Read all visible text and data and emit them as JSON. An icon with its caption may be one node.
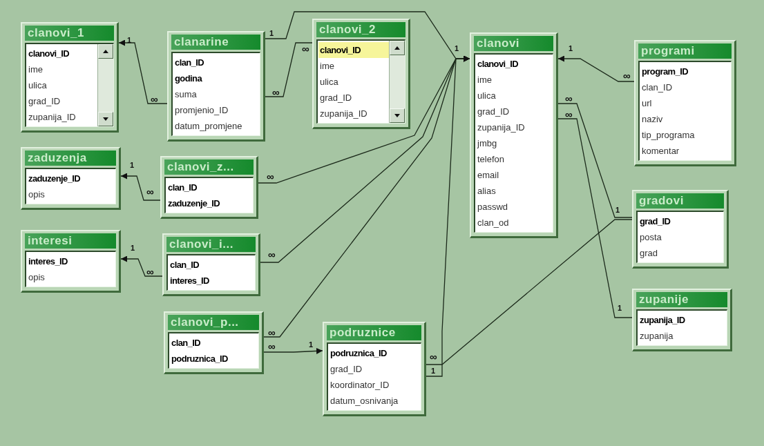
{
  "diagram": {
    "nodes": [
      {
        "text": [
          "clanovi_1",
          "clanovi_ID",
          "ime",
          "ulica",
          "grad_ID",
          "zupanija_ID"
        ]
      },
      {
        "text": [
          "clanarine",
          "clan_ID",
          "godina",
          "suma",
          "promjenio_ID",
          "datum_promjene"
        ]
      },
      {
        "text": [
          "clanovi_2",
          "clanovi_ID",
          "ime",
          "ulica",
          "grad_ID",
          "zupanija_ID"
        ]
      },
      {
        "text": [
          "clanovi",
          "clanovi_ID",
          "ime",
          "ulica",
          "grad_ID",
          "zupanija_ID",
          "jmbg",
          "telefon",
          "email",
          "alias",
          "passwd",
          "clan_od"
        ]
      },
      {
        "text": [
          "programi",
          "program_ID",
          "clan_ID",
          "url",
          "naziv",
          "tip_programa",
          "komentar"
        ]
      },
      {
        "text": [
          "zaduzenja",
          "zaduzenje_ID",
          "opis"
        ]
      },
      {
        "text": [
          "clanovi_z...",
          "clan_ID",
          "zaduzenje_ID"
        ]
      },
      {
        "text": [
          "gradovi",
          "grad_ID",
          "posta",
          "grad"
        ]
      },
      {
        "text": [
          "interesi",
          "interes_ID",
          "opis"
        ]
      },
      {
        "text": [
          "clanovi_i...",
          "clan_ID",
          "interes_ID"
        ]
      },
      {
        "text": [
          "zupanije",
          "zupanija_ID",
          "zupanija"
        ]
      },
      {
        "text": [
          "clanovi_p...",
          "clan_ID",
          "podruznica_ID"
        ]
      },
      {
        "text": [
          "podruznice",
          "podruznica_ID",
          "grad_ID",
          "koordinator_ID",
          "datum_osnivanja"
        ]
      }
    ],
    "edges": [
      {
        "from": 1,
        "to": 0,
        "arrow": "to"
      },
      {
        "from": 1,
        "to": 3,
        "arrow": "to"
      },
      {
        "from": 1,
        "to": 2,
        "arrow": "other"
      },
      {
        "from": 6,
        "to": 3,
        "arrow": "to"
      },
      {
        "from": 9,
        "to": 3,
        "arrow": "to"
      },
      {
        "from": 11,
        "to": 3,
        "arrow": "to"
      },
      {
        "from": 12,
        "to": 3,
        "arrow": "to"
      },
      {
        "from": 4,
        "to": 3,
        "arrow": "to"
      },
      {
        "from": 3,
        "to": 7,
        "arrow": "other"
      },
      {
        "from": 3,
        "to": 10,
        "arrow": "other"
      },
      {
        "from": 12,
        "to": 7,
        "arrow": "other"
      },
      {
        "from": 6,
        "to": 5,
        "arrow": "to"
      },
      {
        "from": 9,
        "to": 8,
        "arrow": "to"
      },
      {
        "from": 11,
        "to": 12,
        "arrow": "to"
      }
    ],
    "labels": [
      "1",
      "∞",
      "1",
      "∞",
      "∞",
      "1",
      "1",
      "∞",
      "∞",
      "∞",
      "1",
      "∞",
      "∞",
      "1",
      "1",
      "∞",
      "∞",
      "1",
      "∞",
      "∞",
      "1",
      "∞",
      "1"
    ]
  }
}
